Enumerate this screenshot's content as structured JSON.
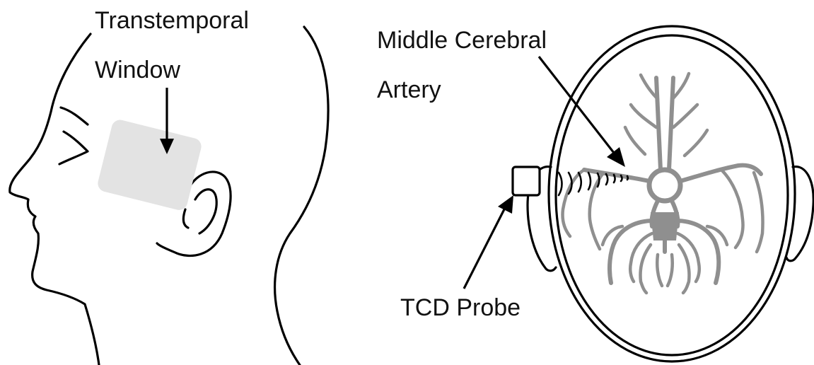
{
  "labels": {
    "window_line1": "Transtemporal",
    "window_line2": "Window",
    "artery_line1": "Middle Cerebral",
    "artery_line2": "Artery",
    "probe": "TCD Probe"
  },
  "colors": {
    "outline": "#000000",
    "vessels": "#8f8f8f",
    "window_patch": "#e3e3e3"
  }
}
